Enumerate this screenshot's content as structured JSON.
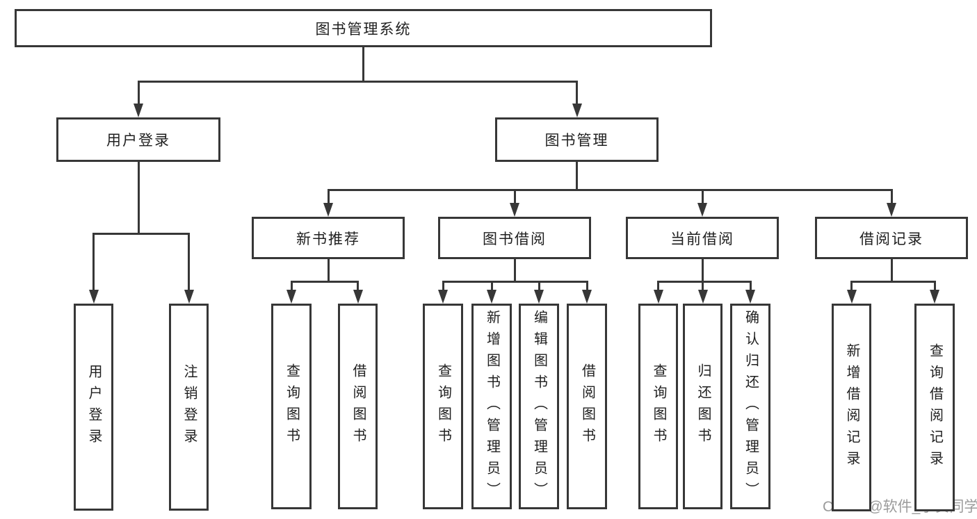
{
  "diagram_title": "图书管理系统",
  "nodes": [
    {
      "id": "root",
      "label": "图书管理系统",
      "level": 1
    },
    {
      "id": "user-login",
      "label": "用户登录",
      "level": 2
    },
    {
      "id": "book-mgmt",
      "label": "图书管理",
      "level": 2
    },
    {
      "id": "new-book-rec",
      "label": "新书推荐",
      "level": 3
    },
    {
      "id": "book-borrow",
      "label": "图书借阅",
      "level": 3
    },
    {
      "id": "current-borrow",
      "label": "当前借阅",
      "level": 3
    },
    {
      "id": "borrow-records",
      "label": "借阅记录",
      "level": 3
    },
    {
      "id": "leaf-user-login",
      "label": "用户登录",
      "level": 4
    },
    {
      "id": "leaf-logout",
      "label": "注销登录",
      "level": 4
    },
    {
      "id": "leaf-nbr-query",
      "label": "查询图书",
      "level": 4
    },
    {
      "id": "leaf-nbr-borrow",
      "label": "借阅图书",
      "level": 4
    },
    {
      "id": "leaf-bb-query",
      "label": "查询图书",
      "level": 4
    },
    {
      "id": "leaf-bb-add",
      "label": "新增图书（管理员）",
      "level": 4
    },
    {
      "id": "leaf-bb-edit",
      "label": "编辑图书（管理员）",
      "level": 4
    },
    {
      "id": "leaf-bb-borrow",
      "label": "借阅图书",
      "level": 4
    },
    {
      "id": "leaf-cb-query",
      "label": "查询图书",
      "level": 4
    },
    {
      "id": "leaf-cb-return",
      "label": "归还图书",
      "level": 4
    },
    {
      "id": "leaf-cb-confirm",
      "label": "确认归还（管理员）",
      "level": 4
    },
    {
      "id": "leaf-br-add",
      "label": "新增借阅记录",
      "level": 4
    },
    {
      "id": "leaf-br-query",
      "label": "查询借阅记录",
      "level": 4
    }
  ],
  "edges": [
    [
      "root",
      "user-login"
    ],
    [
      "root",
      "book-mgmt"
    ],
    [
      "user-login",
      "leaf-user-login"
    ],
    [
      "user-login",
      "leaf-logout"
    ],
    [
      "book-mgmt",
      "new-book-rec"
    ],
    [
      "book-mgmt",
      "book-borrow"
    ],
    [
      "book-mgmt",
      "current-borrow"
    ],
    [
      "book-mgmt",
      "borrow-records"
    ],
    [
      "new-book-rec",
      "leaf-nbr-query"
    ],
    [
      "new-book-rec",
      "leaf-nbr-borrow"
    ],
    [
      "book-borrow",
      "leaf-bb-query"
    ],
    [
      "book-borrow",
      "leaf-bb-add"
    ],
    [
      "book-borrow",
      "leaf-bb-edit"
    ],
    [
      "book-borrow",
      "leaf-bb-borrow"
    ],
    [
      "current-borrow",
      "leaf-cb-query"
    ],
    [
      "current-borrow",
      "leaf-cb-return"
    ],
    [
      "current-borrow",
      "leaf-cb-confirm"
    ],
    [
      "borrow-records",
      "leaf-br-add"
    ],
    [
      "borrow-records",
      "leaf-br-query"
    ]
  ],
  "watermark": {
    "text": "CSDN @软件_小贺同学"
  },
  "colors": {
    "line": "#373737",
    "text": "#1f1f1f",
    "background": "#ffffff",
    "watermark": "#9b9b9b"
  }
}
